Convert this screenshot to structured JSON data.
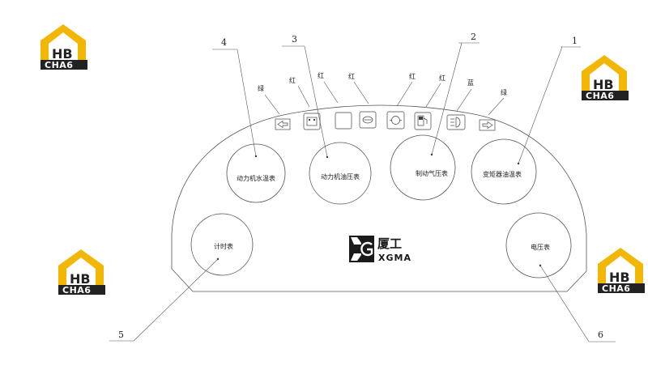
{
  "watermark": {
    "top": "HB",
    "bottom": "CHA6"
  },
  "gauges": {
    "water_temp": "动力机水温表",
    "oil_pressure": "动力机油压表",
    "air_pressure": "制动气压表",
    "converter_temp": "变矩器油温表",
    "hour_meter": "计时表",
    "voltmeter": "电压表"
  },
  "indicators": {
    "left_turn": "绿",
    "charging": "红",
    "indicator_3": "红",
    "indicator_4": "红",
    "indicator_5": "红",
    "fuel": "红",
    "high_beam": "蓝",
    "right_turn": "绿"
  },
  "callouts": [
    "1",
    "2",
    "3",
    "4",
    "5",
    "6"
  ],
  "brand": {
    "cn": "厦工",
    "en": "XGMA"
  },
  "colors": {
    "logo_yellow": "#f2b705",
    "logo_dark": "#222222",
    "line": "#555555"
  }
}
